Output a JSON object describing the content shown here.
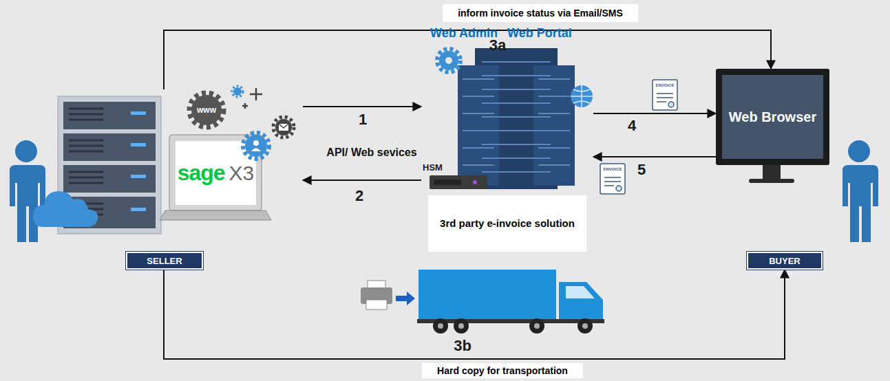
{
  "diagram": {
    "nodes": [
      {
        "text": [
          "sage",
          "X3"
        ]
      },
      {
        "text": [
          "SELLER"
        ]
      },
      {
        "text": [
          "Web Admin",
          "Web Portal",
          "HSM"
        ]
      },
      {
        "text": [
          "3rd party e-invoice solution"
        ]
      },
      {
        "text": [
          "Web Browser"
        ]
      },
      {
        "text": [
          "BUYER"
        ]
      }
    ],
    "edges": [
      {
        "from": 0,
        "to": 4,
        "arrow": "to",
        "label": "3a"
      },
      {
        "from": 0,
        "to": 2,
        "arrow": "to",
        "label": "1"
      },
      {
        "from": 2,
        "to": 0,
        "arrow": "to",
        "label": "2"
      },
      {
        "from": 2,
        "to": 4,
        "arrow": "to",
        "label": "4"
      },
      {
        "from": 4,
        "to": 2,
        "arrow": "to",
        "label": "5"
      },
      {
        "from": 1,
        "to": 5,
        "arrow": "to",
        "label": "3b"
      }
    ],
    "labels": [
      "inform invoice status via Email/SMS",
      "www",
      "API/ Web sevices",
      "ENVOICE",
      "ENVOICE",
      "Hard copy for transportation"
    ]
  }
}
